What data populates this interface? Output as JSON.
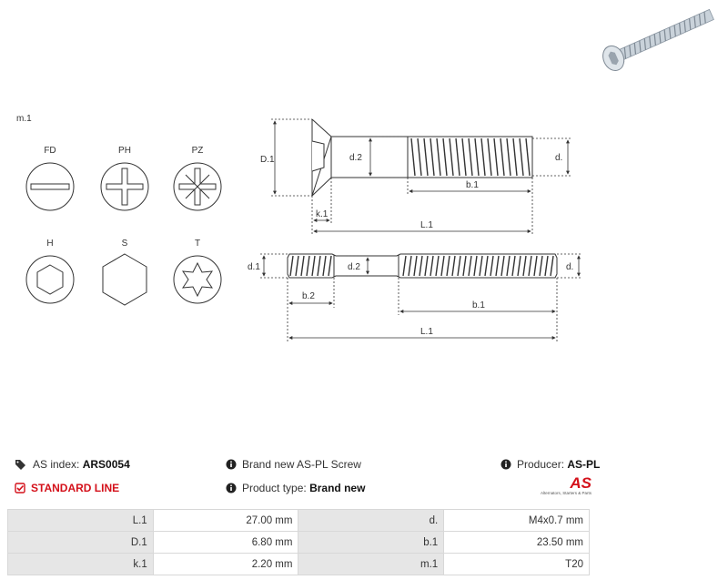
{
  "drawing": {
    "view_label": "m.1",
    "head_types": [
      {
        "code": "FD",
        "icon": "flat-slot-icon"
      },
      {
        "code": "PH",
        "icon": "phillips-icon"
      },
      {
        "code": "PZ",
        "icon": "pozidriv-icon"
      },
      {
        "code": "H",
        "icon": "hex-socket-icon"
      },
      {
        "code": "S",
        "icon": "hex-head-icon"
      },
      {
        "code": "T",
        "icon": "torx-icon"
      }
    ],
    "screw_dims": {
      "D1": "D.1",
      "d2": "d.2",
      "d": "d.",
      "b1": "b.1",
      "k1": "k.1",
      "L1": "L.1"
    },
    "stud_dims": {
      "d1": "d.1",
      "d2": "d.2",
      "d": "d.",
      "b2": "b.2",
      "b1": "b.1",
      "L1": "L.1"
    }
  },
  "product": {
    "index_label": "AS index:",
    "index_value": "ARS0054",
    "line": "STANDARD LINE",
    "description": "Brand new AS-PL Screw",
    "type_label": "Product type:",
    "type_value": "Brand new",
    "producer_label": "Producer:",
    "producer_value": "AS-PL",
    "logo_text": "AS",
    "logo_tagline": "Alternators, Starters & Parts"
  },
  "specs": [
    {
      "k1": "L.1",
      "v1": "27.00 mm",
      "k2": "d.",
      "v2": "M4x0.7 mm"
    },
    {
      "k1": "D.1",
      "v1": "6.80 mm",
      "k2": "b.1",
      "v2": "23.50 mm"
    },
    {
      "k1": "k.1",
      "v1": "2.20 mm",
      "k2": "m.1",
      "v2": "T20"
    }
  ],
  "colors": {
    "accent": "#d4101a",
    "table_key_bg": "#e6e6e6",
    "line": "#333333"
  }
}
